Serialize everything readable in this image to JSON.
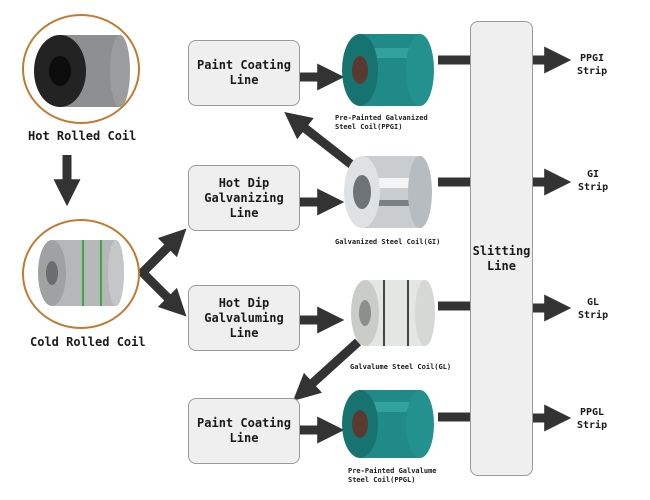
{
  "diagram": {
    "title": "Steel Coil Processing Flow",
    "colors": {
      "arrow": "#333333",
      "box_fill": "#efefef",
      "box_border": "#9a9a9a",
      "ring": "#c27a30",
      "ppg_teal": "#1f8a86",
      "galvanized_silver": "#c9cdd0",
      "galvalume_white": "#e4e6e2",
      "hot_rolled_black": "#2a2a2a",
      "cold_rolled_gray": "#b5b7b8",
      "strap_green": "#3fa34a"
    },
    "raw_materials": {
      "hot_rolled": "Hot Rolled Coil",
      "cold_rolled": "Cold Rolled Coil"
    },
    "process_lines": {
      "paint_top": "Paint Coating\nLine",
      "galvanizing": "Hot Dip\nGalvanizing\nLine",
      "galvaluming": "Hot Dip\nGalvaluming\nLine",
      "paint_bottom": "Paint Coating\nLine",
      "slitting": "Slitting\nLine"
    },
    "coils": {
      "ppgi": "Pre-Painted Galvanized\nSteel Coil(PPGI)",
      "gi": "Galvanized Steel Coil(GI)",
      "gl": "Galvalume Steel Coil(GL)",
      "ppgl": "Pre-Painted Galvalume\nSteel Coil(PPGL)"
    },
    "outputs": {
      "ppgi_strip": "PPGI\nStrip",
      "gi_strip": "GI\nStrip",
      "gl_strip": "GL\nStrip",
      "ppgl_strip": "PPGL\nStrip"
    }
  }
}
